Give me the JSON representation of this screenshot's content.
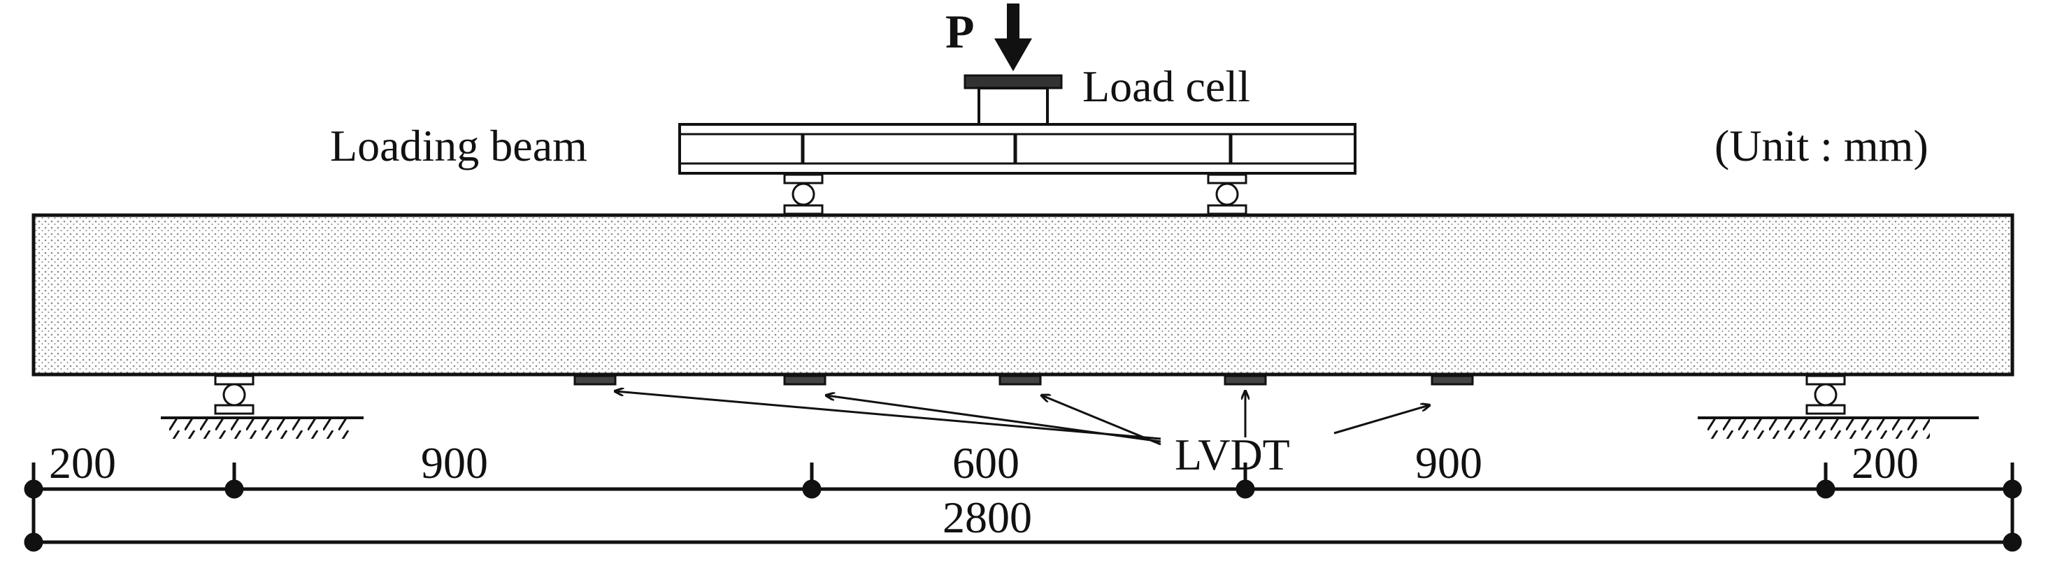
{
  "labels": {
    "load": "P",
    "load_cell": "Load cell",
    "loading_beam": "Loading beam",
    "unit": "(Unit : mm)",
    "lvdt": "LVDT"
  },
  "dimensions": {
    "segments": [
      "200",
      "900",
      "600",
      "900",
      "200"
    ],
    "total": "2800"
  },
  "colors": {
    "line": "#111111",
    "specimen_fill": "#bfbfbf"
  }
}
